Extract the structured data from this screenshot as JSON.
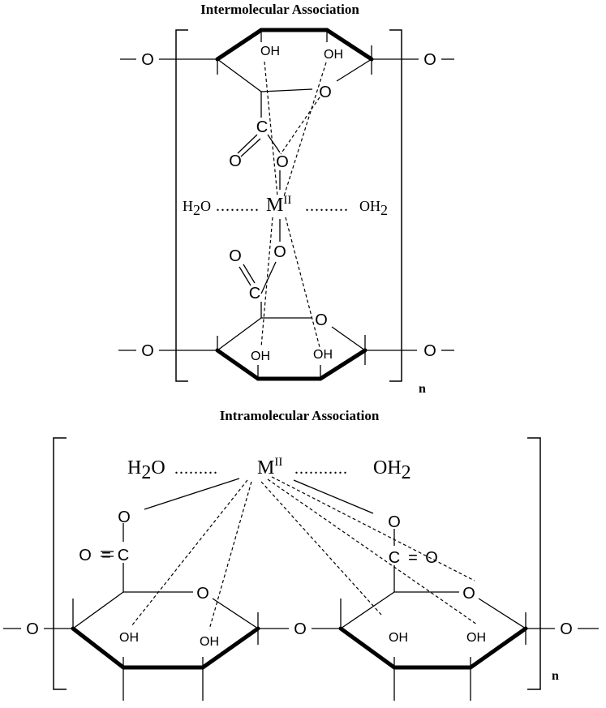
{
  "titles": {
    "inter": "Intermolecular Association",
    "intra": "Intramolecular Association"
  },
  "labels": {
    "oxygen": "O",
    "carbon": "C",
    "hydroxyl": "OH",
    "equals": "=",
    "metal": "M",
    "metal_charge": "II",
    "water_left": "H",
    "water_left_sub": "2",
    "water_left_o": "O",
    "water_right_o": "OH",
    "water_right_sub": "2",
    "dots_short": ".........",
    "dots_long": "...........",
    "repeat_n": "n"
  }
}
